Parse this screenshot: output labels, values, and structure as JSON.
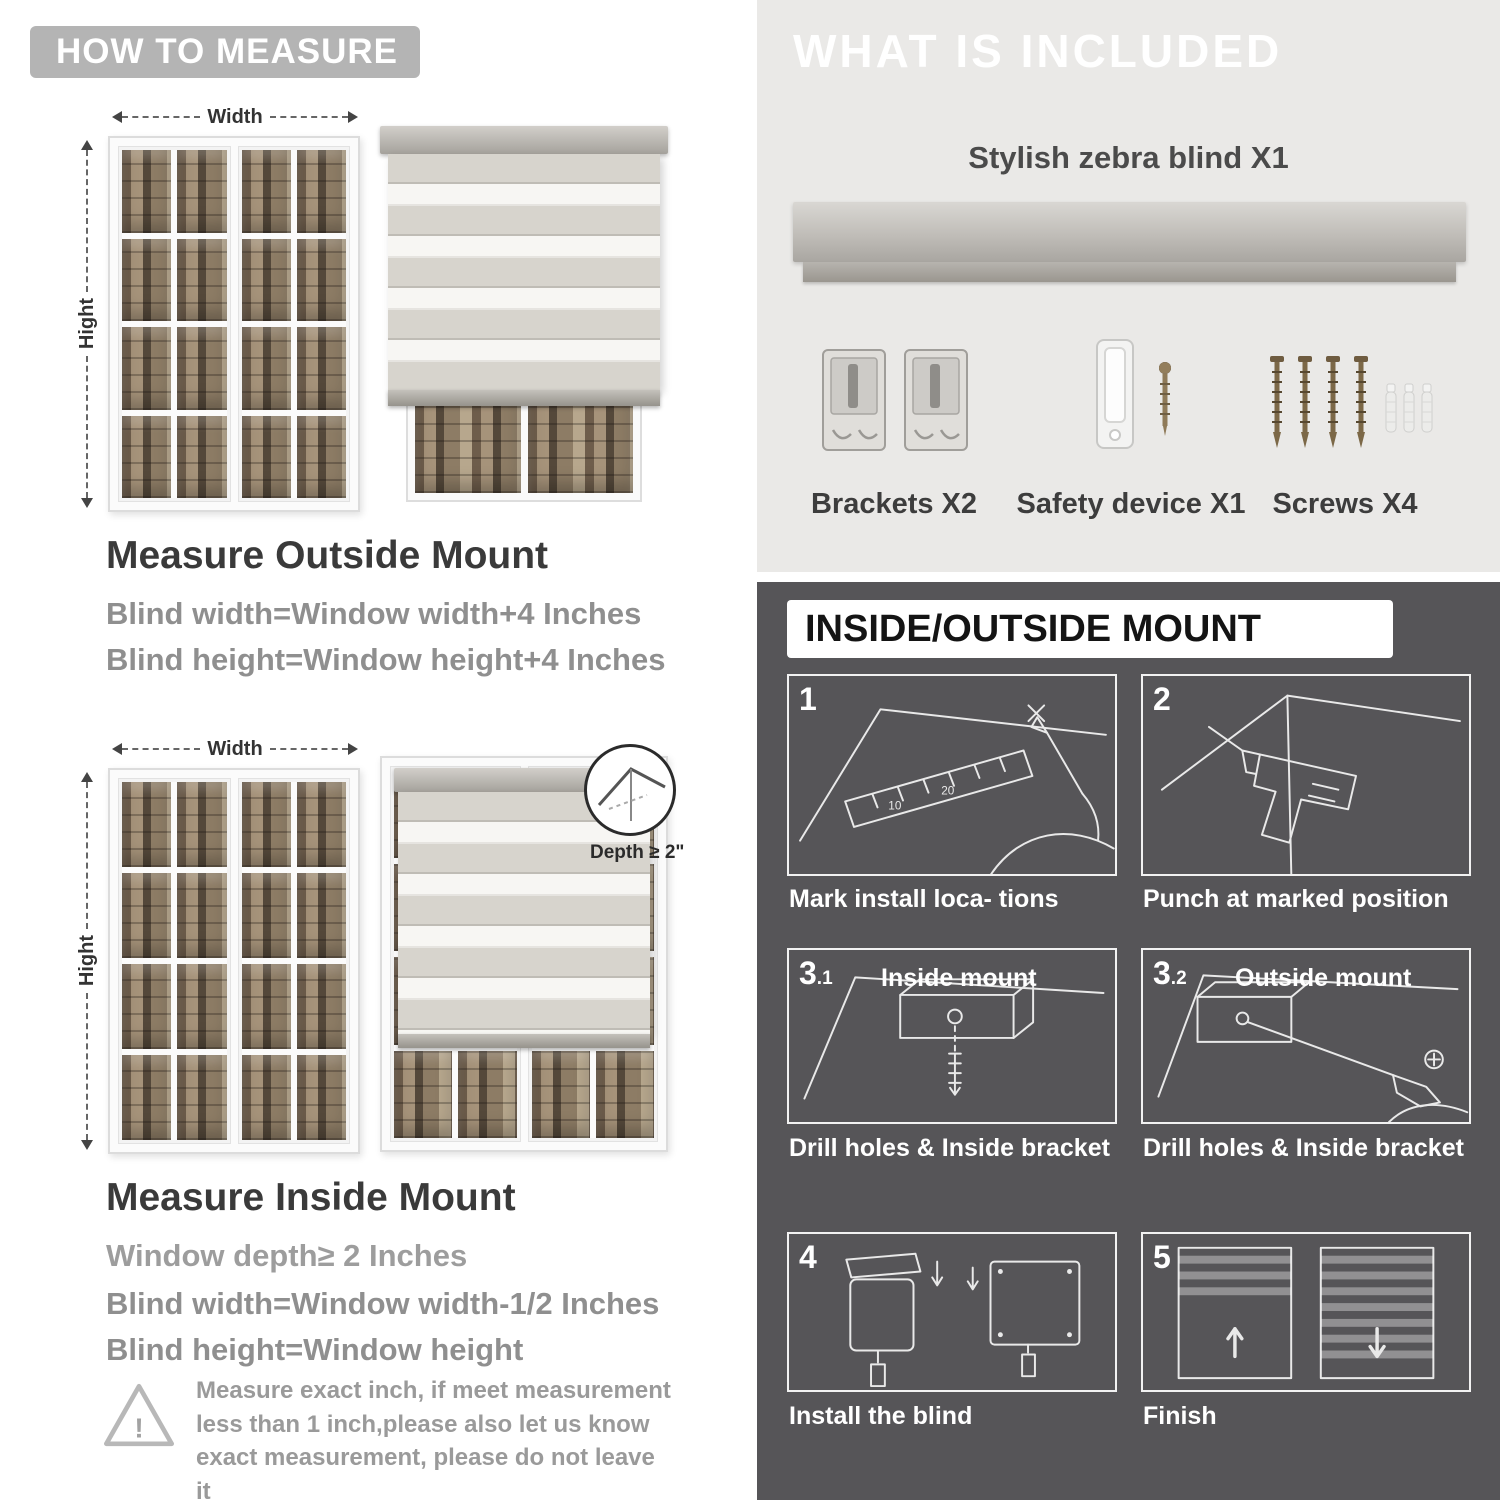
{
  "colors": {
    "header_bar": "#b4b4b4",
    "light_panel_bg": "#eae9e7",
    "dark_panel_bg": "#565558",
    "gray_text": "#8f8f8f"
  },
  "measure": {
    "header": "HOW TO MEASURE",
    "outside": {
      "width_label": "Width",
      "height_label": "Hight",
      "heading": "Measure Outside Mount",
      "rule1": "Blind width=Window width+4 Inches",
      "rule2": "Blind height=Window height+4 Inches"
    },
    "inside": {
      "width_label": "Width",
      "height_label": "Hight",
      "depth_label": "Depth ≥ 2\"",
      "heading": "Measure Inside Mount",
      "rule1": "Window depth≥ 2 Inches",
      "rule2": "Blind width=Window width-1/2 Inches",
      "rule3": "Blind height=Window height"
    },
    "note": "Measure exact inch, if meet measurement less than 1 inch,please also let us know exact measurement, please do not leave it"
  },
  "included": {
    "header": "WHAT IS INCLUDED",
    "blind_label": "Stylish zebra blind X1",
    "items": [
      {
        "label": "Brackets X2"
      },
      {
        "label": "Safety device X1"
      },
      {
        "label": "Screws X4"
      }
    ]
  },
  "mount": {
    "header": "INSIDE/OUTSIDE MOUNT",
    "steps": [
      {
        "num": "1",
        "sub": "",
        "tag": "",
        "caption": "Mark install loca- tions"
      },
      {
        "num": "2",
        "sub": "",
        "tag": "",
        "caption": "Punch at  marked position"
      },
      {
        "num": "3",
        "sub": ".1",
        "tag": "Inside mount",
        "caption": "Drill holes &  Inside bracket"
      },
      {
        "num": "3",
        "sub": ".2",
        "tag": "Outside mount",
        "caption": "Drill holes &  Inside bracket"
      },
      {
        "num": "4",
        "sub": "",
        "tag": "",
        "caption": "Install the blind"
      },
      {
        "num": "5",
        "sub": "",
        "tag": "",
        "caption": "Finish"
      }
    ]
  }
}
